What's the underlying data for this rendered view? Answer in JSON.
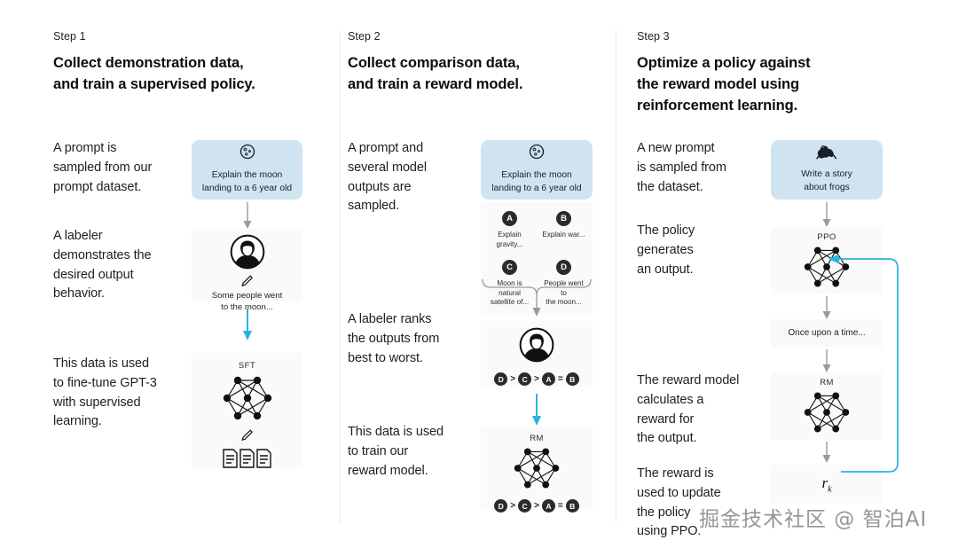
{
  "columns": [
    {
      "step_label": "Step 1",
      "title": "Collect demonstration data,\nand train a supervised policy.",
      "narratives": [
        "A prompt is\nsampled from our\nprompt dataset.",
        "A labeler\ndemonstrates the\ndesired output\nbehavior.",
        "This data is used\nto fine-tune GPT-3\nwith supervised\nlearning."
      ],
      "prompt_box": {
        "icon": "moon-icon",
        "text": "Explain the moon\nlanding to a 6 year old"
      },
      "labeler_caption": "Some people went\nto the moon...",
      "model_label": "SFT",
      "documents_icon": "documents-icon"
    },
    {
      "step_label": "Step 2",
      "title": "Collect comparison data,\nand train a reward model.",
      "narratives": [
        "A prompt and\nseveral model\noutputs are\nsampled.",
        "A labeler ranks\nthe outputs from\nbest to worst.",
        "This data is used\nto train our\nreward model."
      ],
      "prompt_box": {
        "icon": "moon-icon",
        "text": "Explain the moon\nlanding to a 6 year old"
      },
      "options": [
        {
          "badge": "A",
          "text": "Explain gravity..."
        },
        {
          "badge": "B",
          "text": "Explain war..."
        },
        {
          "badge": "C",
          "text": "Moon is natural\nsatellite of..."
        },
        {
          "badge": "D",
          "text": "People went to\nthe moon..."
        }
      ],
      "ranking": [
        "D",
        ">",
        "C",
        ">",
        "A",
        "=",
        "B"
      ],
      "model_label": "RM"
    },
    {
      "step_label": "Step 3",
      "title": "Optimize a policy against\nthe reward model using\nreinforcement learning.",
      "narratives": [
        "A new prompt\nis sampled from\nthe dataset.",
        "The policy\ngenerates\nan output.",
        "The reward model\ncalculates a\nreward for\nthe output.",
        "The reward is\nused to update\nthe policy\nusing PPO."
      ],
      "prompt_box": {
        "icon": "frog-icon",
        "text": "Write a story\nabout frogs"
      },
      "policy_label": "PPO",
      "output_text": "Once upon a time...",
      "reward_model_label": "RM",
      "reward_symbol": "r",
      "reward_subscript": "k"
    }
  ],
  "watermark": "掘金技术社区 @ 智泊AI",
  "colors": {
    "prompt_box_blue": "#cfe4f0",
    "accent_cyan": "#29b3e3",
    "card_gray": "#fafafa",
    "arrow_gray": "#9a9a9a",
    "divider": "#ececec"
  }
}
